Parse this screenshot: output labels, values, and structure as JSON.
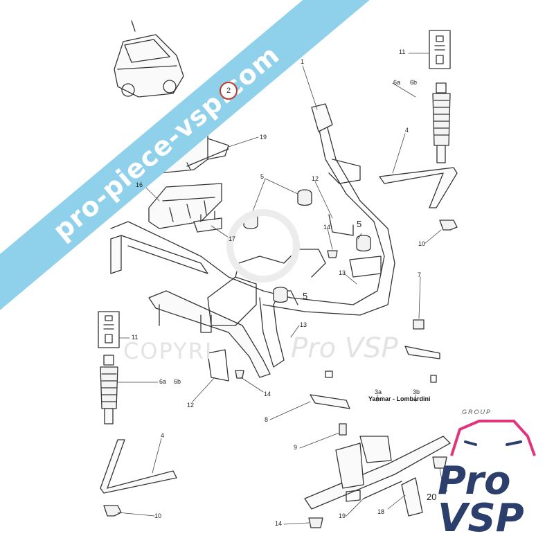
{
  "watermark": {
    "banner_text": "pro-piece-vsp.com",
    "copyright_text": "COPYRI",
    "copyright_text2": "Pro VSP",
    "banner_color": "#8fd0ea"
  },
  "callouts": {
    "c1": "1",
    "c2": "2",
    "c3a": "3a",
    "c3b": "3b",
    "c4_top": "4",
    "c4_bottom": "4",
    "c5_a": "5",
    "c5_b": "5",
    "c5_c": "5",
    "c5_d": "5",
    "c6a_top": "6a",
    "c6b_top": "6b",
    "c6a_bottom": "6a",
    "c6b_bottom": "6b",
    "c7": "7",
    "c8": "8",
    "c9": "9",
    "c10_top": "10",
    "c10_bottom": "10",
    "c11_top": "11",
    "c11_bottom": "11",
    "c12_top": "12",
    "c12_bottom": "12",
    "c13_a": "13",
    "c13_b": "13",
    "c14_a": "14",
    "c14_b": "14",
    "c14_c": "14",
    "c14_d": "14",
    "c16": "16",
    "c17": "17",
    "c18": "18",
    "c19_top": "19",
    "c19_bottom": "19",
    "c20": "20"
  },
  "engine_label": "Yanmar - Lombardini",
  "logo": {
    "group": "GROUP",
    "pro": "Pro",
    "vsp": "VSP",
    "accent": "#e0357a",
    "primary": "#2c3e6b"
  }
}
